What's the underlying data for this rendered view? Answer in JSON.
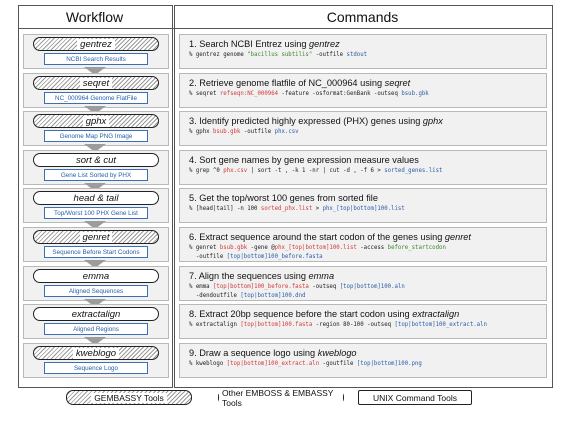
{
  "headers": {
    "workflow": "Workflow",
    "commands": "Commands"
  },
  "steps": [
    {
      "tool": "gentrez",
      "tool_style": "hatch",
      "output": "NCBI Search Results",
      "title_pre": "1. Search NCBI Entrez using ",
      "title_tool": "gentrez",
      "code": [
        [
          [
            "% gentrez genome ",
            "#222"
          ],
          [
            "\"bacillus subtilis\"",
            "#3a8a2a"
          ],
          [
            " -outfile ",
            "#222"
          ],
          [
            "stdout",
            "#2a5ea8"
          ]
        ]
      ]
    },
    {
      "tool": "seqret",
      "tool_style": "hatch",
      "output": "NC_000964 Genome FlatFile",
      "title_pre": "2. Retrieve genome flatfile of NC_000964 using ",
      "title_tool": "seqret",
      "code": [
        [
          [
            "% seqret ",
            "#222"
          ],
          [
            "refseqn:NC_000964",
            "#d23a3a"
          ],
          [
            " -feature -osformat:GenBank -outseq ",
            "#222"
          ],
          [
            "bsub.gbk",
            "#2a5ea8"
          ]
        ]
      ]
    },
    {
      "tool": "gphx",
      "tool_style": "hatch",
      "output": "Genome Map PNG Image",
      "title_pre": "3. Identify predicted highly expressed (PHX) genes using ",
      "title_tool": "gphx",
      "code": [
        [
          [
            "% gphx ",
            "#222"
          ],
          [
            "bsub.gbk",
            "#d23a3a"
          ],
          [
            " -outfile ",
            "#222"
          ],
          [
            "phx.csv",
            "#2a5ea8"
          ]
        ]
      ]
    },
    {
      "tool": "sort & cut",
      "tool_style": "plain",
      "output": "Gene List Sorted by PHX",
      "title_pre": "4. Sort gene names by gene expression measure values",
      "title_tool": "",
      "code": [
        [
          [
            "% grep ^0 ",
            "#222"
          ],
          [
            "phx.csv",
            "#d23a3a"
          ],
          [
            " | sort -t , -k 1 -nr | cut -d , -f 6 > ",
            "#222"
          ],
          [
            "sorted_genes.list",
            "#2a5ea8"
          ]
        ]
      ]
    },
    {
      "tool": "head & tail",
      "tool_style": "plain",
      "output": "Top/Worst 100 PHX Gene List",
      "title_pre": "5. Get the top/worst 100 genes from sorted file",
      "title_tool": "",
      "code": [
        [
          [
            "% [head|tail] -n 100 ",
            "#222"
          ],
          [
            "sorted_phx.list",
            "#d23a3a"
          ],
          [
            " > ",
            "#222"
          ],
          [
            "phx_[top|bottom]100.list",
            "#2a5ea8"
          ]
        ]
      ]
    },
    {
      "tool": "genret",
      "tool_style": "hatch",
      "output": "Sequence Before Start Codons",
      "title_pre": "6. Extract sequence around the start codon of the genes using ",
      "title_tool": "genret",
      "code": [
        [
          [
            "% genret ",
            "#222"
          ],
          [
            "bsub.gbk",
            "#d23a3a"
          ],
          [
            " -gene @",
            "#222"
          ],
          [
            "phx_[top|bottom]100.list",
            "#d23a3a"
          ],
          [
            " -access ",
            "#222"
          ],
          [
            "before_startcodon",
            "#3a8a2a"
          ]
        ],
        [
          [
            "  -outfile ",
            "#222"
          ],
          [
            "[top|bottom]100_before.fasta",
            "#2a5ea8"
          ]
        ]
      ]
    },
    {
      "tool": "emma",
      "tool_style": "plain",
      "output": "Aligned Sequences",
      "title_pre": "7. Align the sequences using ",
      "title_tool": "emma",
      "code": [
        [
          [
            "% emma ",
            "#222"
          ],
          [
            "[top|bottom]100_before.fasta",
            "#d23a3a"
          ],
          [
            " -outseq ",
            "#222"
          ],
          [
            "[top|bottom]100.aln",
            "#2a5ea8"
          ]
        ],
        [
          [
            "  -dendoutfile ",
            "#222"
          ],
          [
            "[top|bottom]100.dnd",
            "#2a5ea8"
          ]
        ]
      ]
    },
    {
      "tool": "extractalign",
      "tool_style": "plain",
      "output": "Aligned Regions",
      "title_pre": "8. Extract 20bp sequence before the start codon using ",
      "title_tool": "extractalign",
      "code": [
        [
          [
            "% extractalign ",
            "#222"
          ],
          [
            "[top|bottom]100.fasta",
            "#d23a3a"
          ],
          [
            " -region 80-100 -outseq ",
            "#222"
          ],
          [
            "[top|bottom]100_extract.aln",
            "#2a5ea8"
          ]
        ]
      ]
    },
    {
      "tool": "kweblogo",
      "tool_style": "hatch",
      "output": "Sequence Logo",
      "title_pre": "9. Draw a sequence logo using ",
      "title_tool": "kweblogo",
      "code": [
        [
          [
            "% kweblogo ",
            "#222"
          ],
          [
            "[top|bottom]100_extract.aln",
            "#d23a3a"
          ],
          [
            " -goutfile ",
            "#222"
          ],
          [
            "[top|bottom]100.png",
            "#2a5ea8"
          ]
        ]
      ]
    }
  ],
  "legend": {
    "gembassy": "GEMBASSY Tools",
    "emboss": "Other EMBOSS & EMBASSY Tools",
    "unix": "UNIX Command Tools"
  }
}
